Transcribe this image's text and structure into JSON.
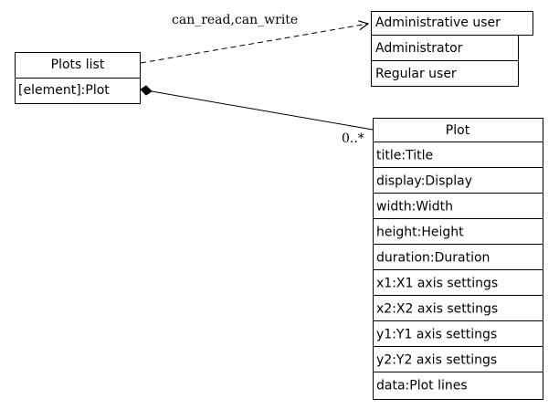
{
  "plots_list": {
    "title": "Plots list",
    "attributes": [
      "[element]:Plot"
    ]
  },
  "admin_user": {
    "title": "Administrative user",
    "attributes": [
      "Administrator",
      "Regular user"
    ]
  },
  "plot": {
    "title": "Plot",
    "attributes": [
      "title:Title",
      "display:Display",
      "width:Width",
      "height:Height",
      "duration:Duration",
      "x1:X1 axis settings",
      "x2:X2 axis settings",
      "y1:Y1 axis settings",
      "y2:Y2 axis settings",
      "data:Plot lines"
    ]
  },
  "edges": {
    "permission_label": "can_read,can_write",
    "multiplicity": "0..*"
  }
}
